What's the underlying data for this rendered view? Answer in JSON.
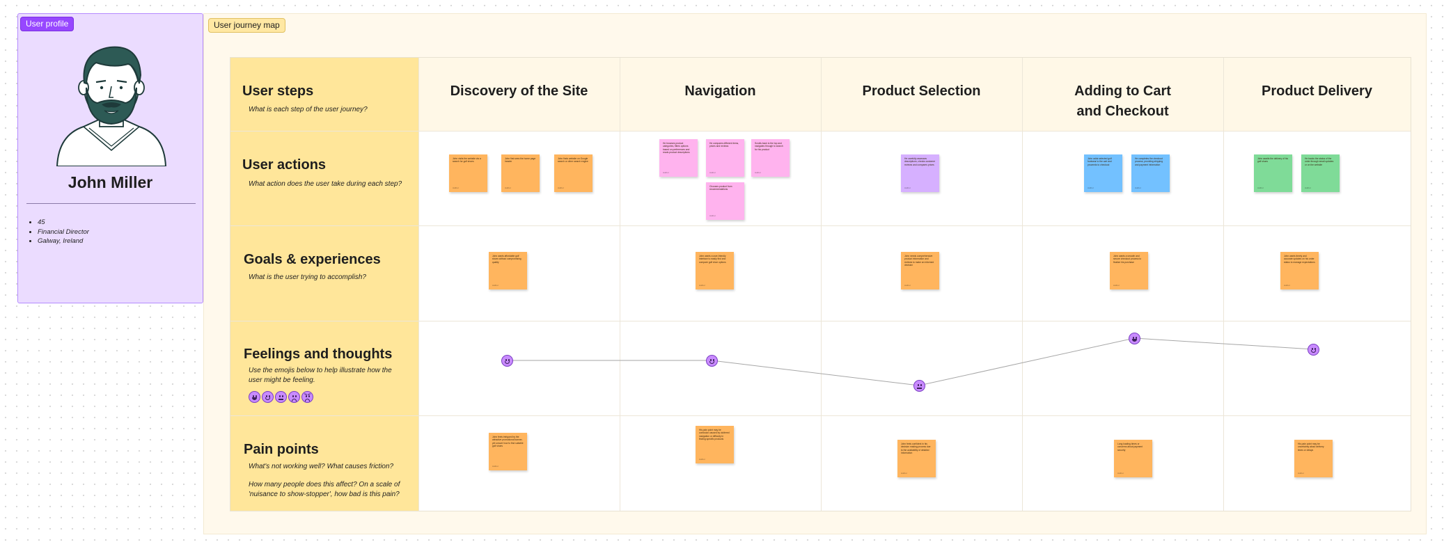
{
  "profile": {
    "tag": "User profile",
    "name": "John Miller",
    "details": [
      "45",
      "Financial Director",
      "Galway, Ireland"
    ],
    "avatar_icon": "bearded-man-avatar-icon"
  },
  "journey": {
    "tag": "User journey map",
    "rows": [
      {
        "title": "User steps",
        "subtitle": "What is each step of the user journey?"
      },
      {
        "title": "User actions",
        "subtitle": "What action does the user take during each step?"
      },
      {
        "title": "Goals & experiences",
        "subtitle": "What is the user trying to accomplish?"
      },
      {
        "title": "Feelings and thoughts",
        "subtitle": "Use the emojis below to help illustrate how the user might be feeling."
      },
      {
        "title": "Pain points",
        "subtitle": "What's not working well? What causes friction?",
        "subtitle2": "How many people does this affect? On a scale of 'nuisance to show-stopper', how bad is this pain?"
      }
    ],
    "stages": [
      {
        "line1": "Discovery of the Site",
        "line2": ""
      },
      {
        "line1": "Navigation",
        "line2": ""
      },
      {
        "line1": "Product Selection",
        "line2": ""
      },
      {
        "line1": "Adding to Cart",
        "line2": "and Checkout"
      },
      {
        "line1": "Product Delivery",
        "line2": ""
      }
    ],
    "emoji_legend": [
      "very-happy-icon",
      "happy-icon",
      "neutral-icon",
      "sad-icon",
      "angry-icon"
    ],
    "feelings": [
      {
        "stage": "Discovery of the Site",
        "mood": "happy"
      },
      {
        "stage": "Navigation",
        "mood": "happy"
      },
      {
        "stage": "Product Selection",
        "mood": "neutral"
      },
      {
        "stage": "Adding to Cart and Checkout",
        "mood": "very-happy"
      },
      {
        "stage": "Product Delivery",
        "mood": "happy"
      }
    ],
    "notes": {
      "actions": [
        {
          "color": "orange",
          "text": "John visits the website via a search for golf shoes",
          "author": "Author"
        },
        {
          "color": "orange",
          "text": "John first sees the home page header",
          "author": "Author"
        },
        {
          "color": "orange",
          "text": "John finds website on Google search or other search engine",
          "author": "Author"
        },
        {
          "color": "pink",
          "text": "He browses product categories, filters options based on preferences and reads product descriptions",
          "author": "Author"
        },
        {
          "color": "pink",
          "text": "He compares different items, prices and reviews",
          "author": "Author"
        },
        {
          "color": "pink",
          "text": "Scrolls back to the top and navigates through to search for his product",
          "author": "Author"
        },
        {
          "color": "pink",
          "text": "Chooses product from recommendations",
          "author": "Author"
        },
        {
          "color": "purple",
          "text": "He carefully assesses descriptions, checks customer reviews and compares prices",
          "author": "Author"
        },
        {
          "color": "blue",
          "text": "John adds selected golf footwear to the cart and proceeds to checkout",
          "author": "Author"
        },
        {
          "color": "blue",
          "text": "He completes the checkout process, providing shipping and payment information",
          "author": "Author"
        },
        {
          "color": "green",
          "text": "John awaits the delivery of his golf shoes",
          "author": "Author"
        },
        {
          "color": "green",
          "text": "He tracks the status of the order through email updates or on the website",
          "author": "Author"
        }
      ],
      "goals": [
        {
          "color": "orange",
          "text": "John wants affordable golf shoes without compromising quality",
          "author": "Author"
        },
        {
          "color": "orange",
          "text": "John wants a user-friendly interface to easily find and compare golf shoe options",
          "author": "Author"
        },
        {
          "color": "orange",
          "text": "John needs comprehensive product information and reviews to make an informed decision",
          "author": "Author"
        },
        {
          "color": "orange",
          "text": "John wants a smooth and secure checkout process to finalize his purchase",
          "author": "Author"
        },
        {
          "color": "orange",
          "text": "John wants timely and accurate updates on his order status to manage expectations",
          "author": "Author"
        }
      ],
      "pain": [
        {
          "color": "orange",
          "text": "John feels intrigued by the attractive promotional banner, yet unsure how to find suitable golf shoes",
          "author": "Author"
        },
        {
          "color": "orange",
          "text": "His pain point may be confusion caused by cluttered navigation or difficulty in finding specific products",
          "author": "Author"
        },
        {
          "color": "orange",
          "text": "John feels confident in his decision making process due to the availability of detailed information",
          "author": "Author"
        },
        {
          "color": "orange",
          "text": "Long loading times or concerns about payment security",
          "author": "Author"
        },
        {
          "color": "orange",
          "text": "His pain point may be uncertainty about delivery times or delays",
          "author": "Author"
        }
      ]
    }
  }
}
